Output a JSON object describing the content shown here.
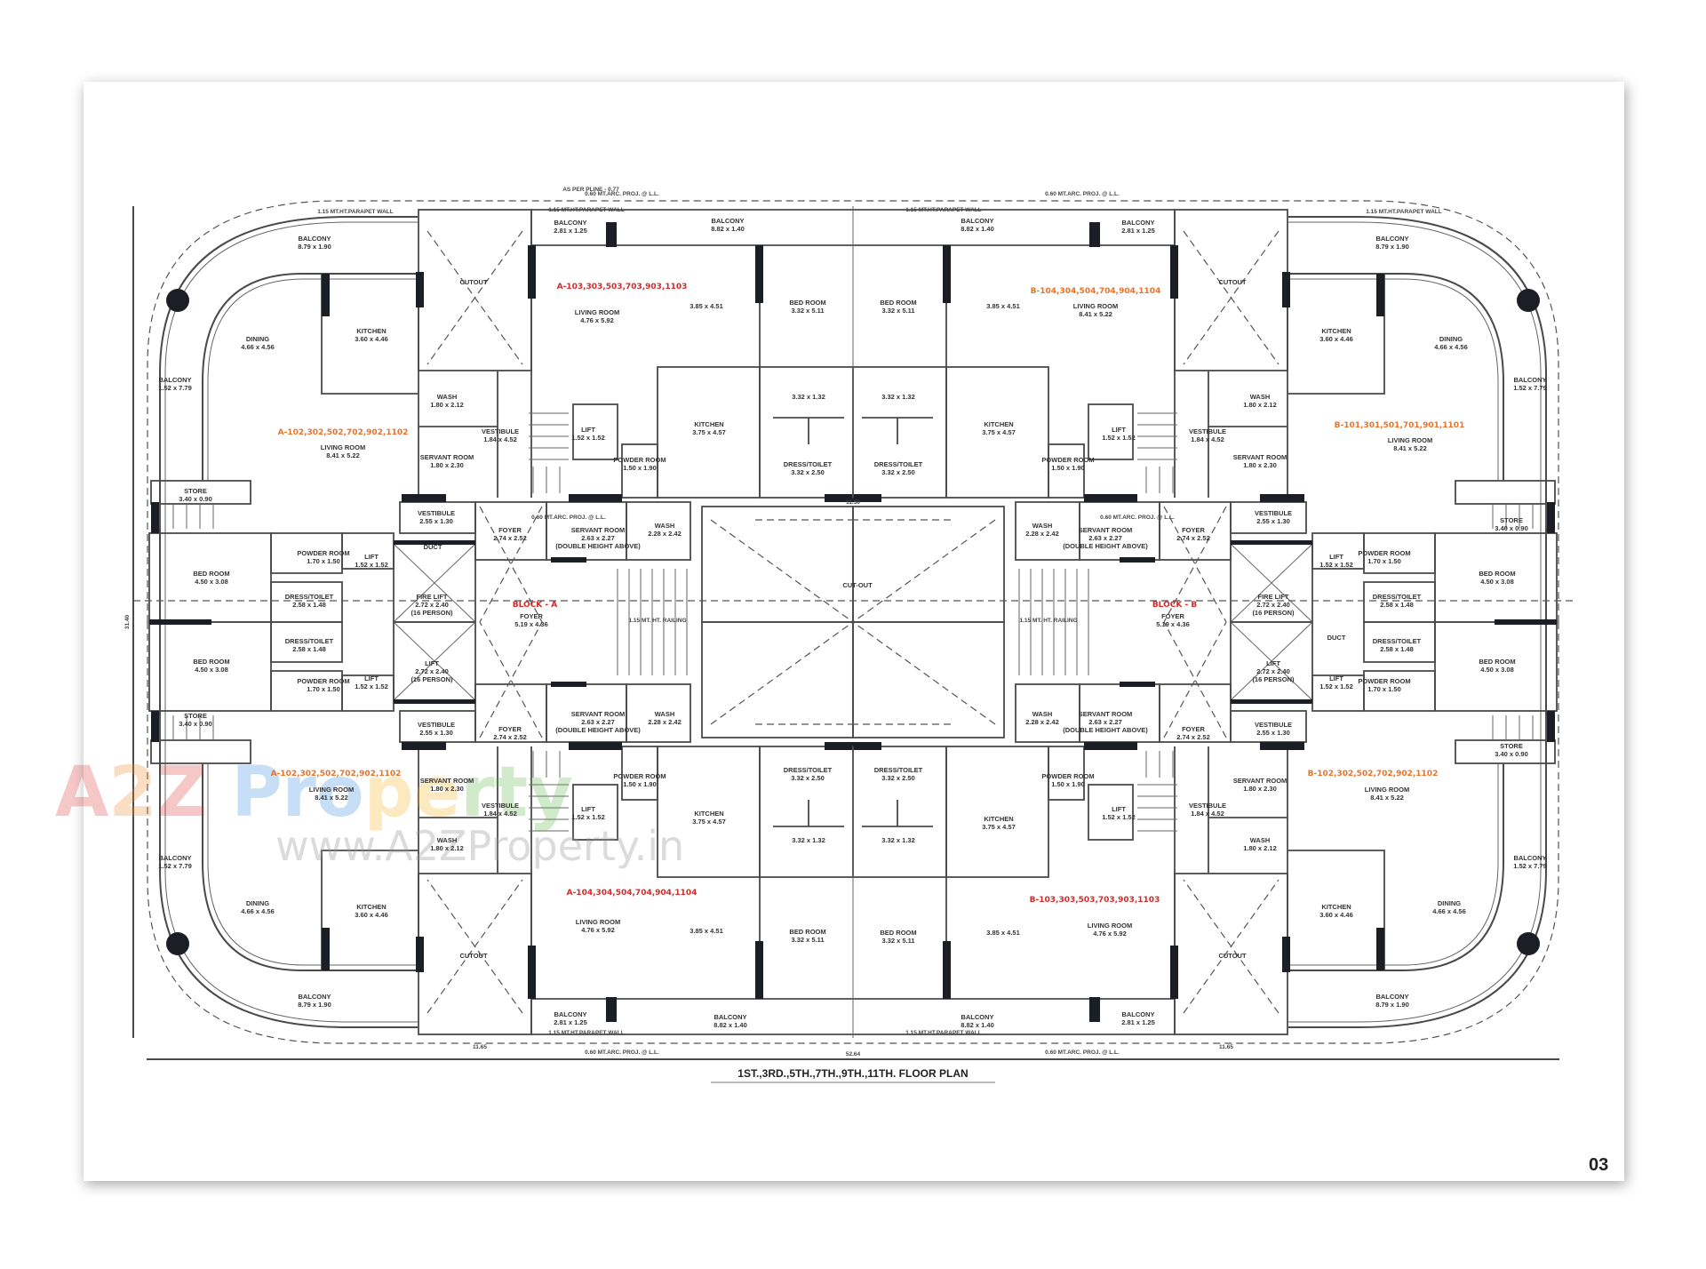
{
  "title": "1ST.,3RD.,5TH.,7TH.,9TH.,11TH. FLOOR PLAN",
  "page_number": "03",
  "watermark": {
    "brand": "A2Z Property",
    "url": "www.A2ZProperty.in"
  },
  "colors": {
    "unit_red": "#d42a2a",
    "unit_orange": "#e8732a",
    "wall": "#4a4a4a",
    "column": "#1c1e26"
  },
  "dimensions": {
    "overall_width": "52.64",
    "overall_depth": "31.40",
    "top_left_span": "11.65",
    "top_right_span": "11.65",
    "center_span": "11.50"
  },
  "blocks": [
    "BLOCK - A",
    "BLOCK - B"
  ],
  "units": [
    {
      "label": "A-102,302,502,702,902,1102",
      "color": "orange"
    },
    {
      "label": "A-103,303,503,703,903,1103",
      "color": "red"
    },
    {
      "label": "B-104,304,504,704,904,1104",
      "color": "orange"
    },
    {
      "label": "B-101,301,501,701,901,1101",
      "color": "orange"
    },
    {
      "label": "A-102,302,502,702,902,1102",
      "color": "orange"
    },
    {
      "label": "A-104,304,504,704,904,1104",
      "color": "red"
    },
    {
      "label": "B-103,303,503,703,903,1103",
      "color": "red"
    },
    {
      "label": "B-102,302,502,702,902,1102",
      "color": "orange"
    }
  ],
  "notes": [
    "1.15 MT.HT.PARAPET WALL",
    "0.60 MT.ARC. PROJ. @ L.L.",
    "AS PER PLINE - 0.77",
    "1.15 MT.HT.PARAPET WALL",
    "0.60 MT.ARC. PROJ. @ L.L.",
    "1.15 MT.HT.PARAPET WALL",
    "1.15 MT.HT.PARAPET WALL",
    "0.60 MT.ARC. PROJ. @ L.L.",
    "0.60 MT.ARC. PROJ. @ L.L.",
    "1.15 MT.HT.PARAPET WALL",
    "1.15 MT.HT.PARAPET WALL",
    "0.60 MT.ARC. PROJ. @ L.L.",
    "0.60 MT.ARC. PROJ. @ L.L.",
    "1.15 MT. HT. RAILING",
    "1.15 MT. HT. RAILING"
  ],
  "rooms": [
    {
      "name": "BALCONY",
      "size": "8.79 x 1.90"
    },
    {
      "name": "DINING",
      "size": "4.66 x 4.56"
    },
    {
      "name": "KITCHEN",
      "size": "3.60 x 4.46"
    },
    {
      "name": "BALCONY",
      "size": "1.52 x 7.79"
    },
    {
      "name": "LIVING ROOM",
      "size": "8.41 x 5.22"
    },
    {
      "name": "STORE",
      "size": "3.40 x 0.90"
    },
    {
      "name": "CUTOUT",
      "size": ""
    },
    {
      "name": "WASH",
      "size": "1.80 x 2.12"
    },
    {
      "name": "SERVANT ROOM",
      "size": "1.80 x 2.30"
    },
    {
      "name": "VESTIBULE",
      "size": "1.84 x 4.52"
    },
    {
      "name": "LIFT",
      "size": "1.52 x 1.52"
    },
    {
      "name": "POWDER ROOM",
      "size": "1.50 x 1.90"
    },
    {
      "name": "KITCHEN",
      "size": "3.75 x 4.57"
    },
    {
      "name": "",
      "size": "3.32 x 1.32"
    },
    {
      "name": "DRESS/TOILET",
      "size": "3.32 x 2.50"
    },
    {
      "name": "BED ROOM",
      "size": "3.32 x 5.11"
    },
    {
      "name": "LIVING ROOM",
      "size": "4.76 x 5.92"
    },
    {
      "name": "",
      "size": "3.85 x 4.51"
    },
    {
      "name": "BALCONY",
      "size": "2.81 x 1.25"
    },
    {
      "name": "BALCONY",
      "size": "8.82 x 1.40"
    },
    {
      "name": "LIVING ROOM",
      "size": "8.41 x 5.22"
    },
    {
      "name": "",
      "size": "3.85 x 4.51"
    },
    {
      "name": "BED ROOM",
      "size": "3.32 x 5.11"
    },
    {
      "name": "BALCONY",
      "size": "8.82 x 1.40"
    },
    {
      "name": "BALCONY",
      "size": "2.81 x 1.25"
    },
    {
      "name": "CUTOUT",
      "size": ""
    },
    {
      "name": "KITCHEN",
      "size": "3.60 x 4.46"
    },
    {
      "name": "DINING",
      "size": "4.66 x 4.56"
    },
    {
      "name": "BALCONY",
      "size": "8.79 x 1.90"
    },
    {
      "name": "BALCONY",
      "size": "1.52 x 7.79"
    },
    {
      "name": "LIVING ROOM",
      "size": "8.41 x 5.22"
    },
    {
      "name": "WASH",
      "size": "1.80 x 2.12"
    },
    {
      "name": "SERVANT ROOM",
      "size": "1.80 x 2.30"
    },
    {
      "name": "VESTIBULE",
      "size": "1.84 x 4.52"
    },
    {
      "name": "LIFT",
      "size": "1.52 x 1.52"
    },
    {
      "name": "POWDER ROOM",
      "size": "1.50 x 1.90"
    },
    {
      "name": "KITCHEN",
      "size": "3.75 x 4.57"
    },
    {
      "name": "DRESS/TOILET",
      "size": "3.32 x 2.50"
    },
    {
      "name": "",
      "size": "3.32 x 1.32"
    },
    {
      "name": "STORE",
      "size": "3.40 x 0.90"
    },
    {
      "name": "VESTIBULE",
      "size": "2.55 x 1.30"
    },
    {
      "name": "BED ROOM",
      "size": "4.50 x 3.08"
    },
    {
      "name": "POWDER ROOM",
      "size": "1.70 x 1.50"
    },
    {
      "name": "LIFT",
      "size": "1.52 x 1.52"
    },
    {
      "name": "DUCT",
      "size": ""
    },
    {
      "name": "DRESS/TOILET",
      "size": "2.58 x 1.48"
    },
    {
      "name": "FIRE LIFT",
      "size": "2.72 x 2.40",
      "extra": "(16 PERSON)"
    },
    {
      "name": "DRESS/TOILET",
      "size": "2.58 x 1.48"
    },
    {
      "name": "LIFT",
      "size": "2.72 x 2.40",
      "extra": "(16 PERSON)"
    },
    {
      "name": "BED ROOM",
      "size": "4.50 x 3.08"
    },
    {
      "name": "POWDER ROOM",
      "size": "1.70 x 1.50"
    },
    {
      "name": "LIFT",
      "size": "1.52 x 1.52"
    },
    {
      "name": "STORE",
      "size": "3.40 x 0.90"
    },
    {
      "name": "VESTIBULE",
      "size": "2.55 x 1.30"
    },
    {
      "name": "FOYER",
      "size": "2.74 x 2.52"
    },
    {
      "name": "SERVANT ROOM",
      "size": "2.63 x 2.27",
      "extra": "(DOUBLE HEIGHT ABOVE)"
    },
    {
      "name": "WASH",
      "size": "2.28 x 2.42"
    },
    {
      "name": "FOYER",
      "size": "5.19 x 4.36"
    },
    {
      "name": "FOYER",
      "size": "2.74 x 2.52"
    },
    {
      "name": "SERVANT ROOM",
      "size": "2.63 x 2.27",
      "extra": "(DOUBLE HEIGHT ABOVE)"
    },
    {
      "name": "WASH",
      "size": "2.28 x 2.42"
    },
    {
      "name": "CUT-OUT",
      "size": ""
    },
    {
      "name": "FOYER",
      "size": "5.19 x 4.36"
    },
    {
      "name": "FOYER",
      "size": "2.74 x 2.52"
    },
    {
      "name": "FOYER",
      "size": "2.74 x 2.52"
    },
    {
      "name": "SERVANT ROOM",
      "size": "2.63 x 2.27",
      "extra": "(DOUBLE HEIGHT ABOVE)"
    },
    {
      "name": "SERVANT ROOM",
      "size": "2.63 x 2.27",
      "extra": "(DOUBLE HEIGHT ABOVE)"
    },
    {
      "name": "WASH",
      "size": "2.28 x 2.42"
    },
    {
      "name": "WASH",
      "size": "2.28 x 2.42"
    },
    {
      "name": "VESTIBULE",
      "size": "2.55 x 1.30"
    },
    {
      "name": "VESTIBULE",
      "size": "2.55 x 1.30"
    },
    {
      "name": "FIRE LIFT",
      "size": "2.72 x 2.40",
      "extra": "(16 PERSON)"
    },
    {
      "name": "LIFT",
      "size": "2.72 x 2.40",
      "extra": "(16 PERSON)"
    },
    {
      "name": "DUCT",
      "size": ""
    },
    {
      "name": "LIFT",
      "size": "1.52 x 1.52"
    },
    {
      "name": "LIFT",
      "size": "1.52 x 1.52"
    },
    {
      "name": "POWDER ROOM",
      "size": "1.70 x 1.50"
    },
    {
      "name": "POWDER ROOM",
      "size": "1.70 x 1.50"
    },
    {
      "name": "DRESS/TOILET",
      "size": "2.58 x 1.48"
    },
    {
      "name": "DRESS/TOILET",
      "size": "2.58 x 1.48"
    },
    {
      "name": "BED ROOM",
      "size": "4.50 x 3.08"
    },
    {
      "name": "BED ROOM",
      "size": "4.50 x 3.08"
    },
    {
      "name": "STORE",
      "size": "3.40 x 0.90"
    },
    {
      "name": "LIVING ROOM",
      "size": "8.41 x 5.22"
    },
    {
      "name": "SERVANT ROOM",
      "size": "1.80 x 2.30"
    },
    {
      "name": "WASH",
      "size": "1.80 x 2.12"
    },
    {
      "name": "VESTIBULE",
      "size": "1.84 x 4.52"
    },
    {
      "name": "LIFT",
      "size": "1.52 x 1.52"
    },
    {
      "name": "POWDER ROOM",
      "size": "1.50 x 1.90"
    },
    {
      "name": "KITCHEN",
      "size": "3.75 x 4.57"
    },
    {
      "name": "DRESS/TOILET",
      "size": "3.32 x 2.50"
    },
    {
      "name": "",
      "size": "3.32 x 1.32"
    },
    {
      "name": "BALCONY",
      "size": "1.52 x 7.79"
    },
    {
      "name": "DINING",
      "size": "4.66 x 4.56"
    },
    {
      "name": "KITCHEN",
      "size": "3.60 x 4.46"
    },
    {
      "name": "CUTOUT",
      "size": ""
    },
    {
      "name": "BALCONY",
      "size": "8.79 x 1.90"
    },
    {
      "name": "LIVING ROOM",
      "size": "4.76 x 5.92"
    },
    {
      "name": "",
      "size": "3.85 x 4.51"
    },
    {
      "name": "BED ROOM",
      "size": "3.32 x 5.11"
    },
    {
      "name": "BALCONY",
      "size": "2.81 x 1.25"
    },
    {
      "name": "BALCONY",
      "size": "8.82 x 1.40"
    },
    {
      "name": "LIVING ROOM",
      "size": "8.41 x 5.22"
    },
    {
      "name": "SERVANT ROOM",
      "size": "1.80 x 2.30"
    },
    {
      "name": "WASH",
      "size": "1.80 x 2.12"
    },
    {
      "name": "VESTIBULE",
      "size": "1.84 x 4.52"
    },
    {
      "name": "LIFT",
      "size": "1.52 x 1.52"
    },
    {
      "name": "POWDER ROOM",
      "size": "1.50 x 1.90"
    },
    {
      "name": "KITCHEN",
      "size": "3.75 x 4.57"
    },
    {
      "name": "DRESS/TOILET",
      "size": "3.32 x 2.50"
    },
    {
      "name": "",
      "size": "3.32 x 1.32"
    },
    {
      "name": "LIVING ROOM",
      "size": "4.76 x 5.92"
    },
    {
      "name": "",
      "size": "3.85 x 4.51"
    },
    {
      "name": "BED ROOM",
      "size": "3.32 x 5.11"
    },
    {
      "name": "BALCONY",
      "size": "8.82 x 1.40"
    },
    {
      "name": "BALCONY",
      "size": "2.81 x 1.25"
    },
    {
      "name": "CUTOUT",
      "size": ""
    },
    {
      "name": "KITCHEN",
      "size": "3.60 x 4.46"
    },
    {
      "name": "DINING",
      "size": "4.66 x 4.56"
    },
    {
      "name": "BALCONY",
      "size": "1.52 x 7.79"
    },
    {
      "name": "BALCONY",
      "size": "8.79 x 1.90"
    }
  ]
}
